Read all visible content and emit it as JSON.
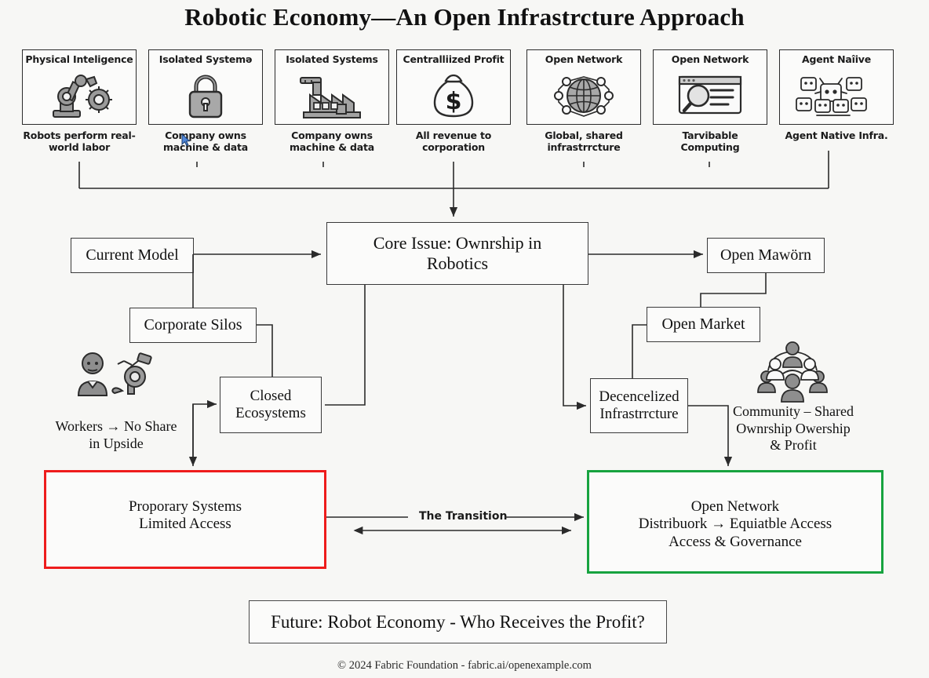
{
  "page": {
    "title": "Robotic Economy—An Open Infrastrcture Approach",
    "copyright": "© 2024 Fabric Foundation - fabric.ai/openexample.com",
    "background": "#f7f7f5"
  },
  "cards": [
    {
      "title": "Physical Inteligence",
      "caption_line1": "Robots perform",
      "caption_line2": "real-world labor",
      "icon": "robot-arm-gear-icon"
    },
    {
      "title": "Isolated Systemǝ",
      "caption_line1": "Company owns",
      "caption_line2": "machine & data",
      "icon": "padlock-icon"
    },
    {
      "title": "Isolated Systems",
      "caption_line1": "Company owns",
      "caption_line2": "machine & data",
      "icon": "factory-icon"
    },
    {
      "title": "Centralliized Profit",
      "caption_line1": "All revenue to",
      "caption_line2": "corporation",
      "icon": "money-bag-icon"
    },
    {
      "title": "Open Network",
      "caption_line1": "Global, shared",
      "caption_line2": "infrastrrcture",
      "icon": "globe-network-icon"
    },
    {
      "title": "Open Network",
      "caption_line1": "Tarvibable",
      "caption_line2": "Computing",
      "icon": "browser-search-icon"
    },
    {
      "title": "Agent Naîive",
      "caption_line1": "Agent Native Infra.",
      "caption_line2": "",
      "icon": "robot-group-icon"
    }
  ],
  "flow": {
    "core_issue_line1": "Core Issue: Ownrship in",
    "core_issue_line2": "Robotics",
    "current_model": "Current Model",
    "corporate_silos": "Corporate Silos",
    "closed_ecosystems_line1": "Closed",
    "closed_ecosystems_line2": "Ecosystems",
    "open_mawörn": "Open Mawörn",
    "open_market": "Open Market",
    "decentralized_line1": "Decencelized",
    "decentralized_line2": "Infrastrrcture"
  },
  "notes": {
    "workers_line1": "Workers → No",
    "workers_line2": "Share in Upside",
    "workers_icon": "worker-and-robot-icon",
    "community_line1": "Community –",
    "community_line2": "Shared Ownrship",
    "community_line3": "Owership & Profit",
    "community_icon": "community-group-icon"
  },
  "outcomes": {
    "left": {
      "line1": "Proporary Systems",
      "line2": "Limited Access",
      "border_color": "#ee1c1c"
    },
    "right": {
      "line1": "Open Network",
      "line2": "Distribuork → Equiatble Access",
      "line3": "Access & Governance",
      "border_color": "#17a33f"
    },
    "transition_label": "The Transition"
  },
  "footer": {
    "question": "Future: Robot Economy - Who Receives the Profit?"
  }
}
